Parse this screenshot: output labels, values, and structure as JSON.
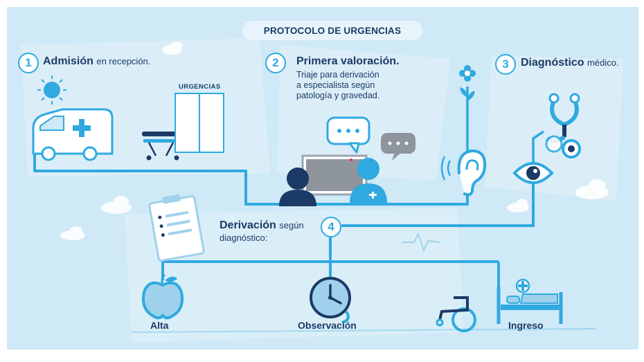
{
  "title": "PROTOCOLO DE URGENCIAS",
  "steps": [
    {
      "number": "1",
      "title": "Admisión",
      "subtitle": "en recepción."
    },
    {
      "number": "2",
      "title": "Primera valoración.",
      "description": "Triaje para derivación\na especialista según\npatología y gravedad."
    },
    {
      "number": "3",
      "title": "Diagnóstico",
      "subtitle": "médico."
    },
    {
      "number": "4",
      "title": "Derivación",
      "subtitle": "según",
      "subtitle2": "diagnóstico:"
    }
  ],
  "door_sign": "URGENCIAS",
  "outcomes": [
    "Alta",
    "Observación",
    "Ingreso"
  ],
  "icons": [
    "sun-icon",
    "ambulance-icon",
    "stretcher-icon",
    "emergency-door-icon",
    "speech-bubble-icon",
    "doctor-icon",
    "patient-icon",
    "computer-icon",
    "flower-icon",
    "ear-icon",
    "stethoscope-icon",
    "eye-icon",
    "clipboard-icon",
    "apple-icon",
    "clock-icon",
    "wheelchair-icon",
    "hospital-bed-icon",
    "heartbeat-icon",
    "cloud-icon"
  ],
  "colors": {
    "background": "#cfe9f7",
    "line": "#2fa9e0",
    "text": "#1b3a66",
    "panel": "#e6f3fa"
  }
}
